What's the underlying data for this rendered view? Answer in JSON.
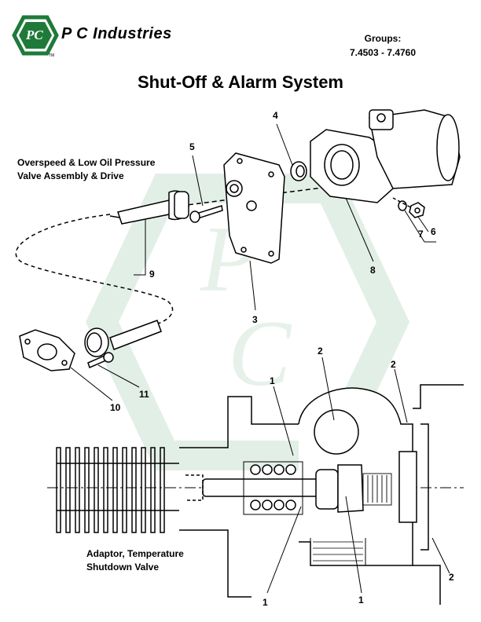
{
  "brand": {
    "name": "P C Industries",
    "logo_text": "PC",
    "trademark": "TM"
  },
  "header": {
    "groups_label": "Groups:",
    "groups_range": "7.4503 - 7.4760"
  },
  "title": "Shut-Off & Alarm System",
  "captions": {
    "assembly_line1": "Overspeed & Low Oil Pressure",
    "assembly_line2": "Valve Assembly & Drive",
    "adaptor_line1": "Adaptor, Temperature",
    "adaptor_line2": "Shutdown Valve"
  },
  "callouts": {
    "c1": "1",
    "c2": "2",
    "c3": "3",
    "c4": "4",
    "c5": "5",
    "c6": "6",
    "c7": "7",
    "c8": "8",
    "c9": "9",
    "c10": "10",
    "c11": "11"
  },
  "colors": {
    "logo_green": "#1f7a3a",
    "watermark": "#dfeee3",
    "ink": "#000000"
  }
}
